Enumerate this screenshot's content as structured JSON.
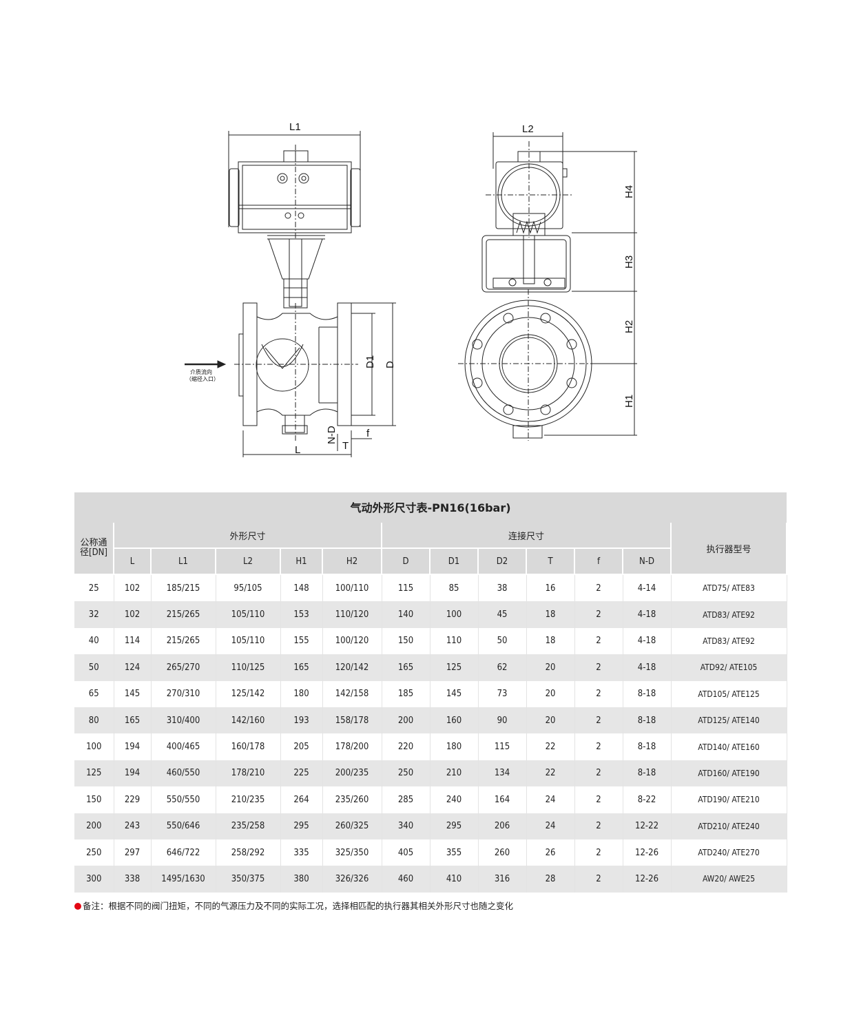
{
  "drawing": {
    "labels": {
      "L1": "L1",
      "L2": "L2",
      "H1": "H1",
      "H2": "H2",
      "H3": "H3",
      "H4": "H4",
      "D": "D",
      "D1": "D1",
      "L": "L",
      "T": "T",
      "f": "f",
      "ND": "N-D",
      "flow_line1": "介质流向",
      "flow_line2": "（缩径入口）"
    }
  },
  "table": {
    "title": "气动外形尺寸表-PN16(16bar)",
    "col_dn": "公称通径[DN]",
    "group_outline": "外形尺寸",
    "group_connection": "连接尺寸",
    "col_actuator": "执行器型号",
    "sub_headers": [
      "L",
      "L1",
      "L2",
      "H1",
      "H2",
      "D",
      "D1",
      "D2",
      "T",
      "f",
      "N-D"
    ],
    "rows": [
      [
        "25",
        "102",
        "185/215",
        "95/105",
        "148",
        "100/110",
        "115",
        "85",
        "38",
        "16",
        "2",
        "4-14",
        "ATD75/ ATE83"
      ],
      [
        "32",
        "102",
        "215/265",
        "105/110",
        "153",
        "110/120",
        "140",
        "100",
        "45",
        "18",
        "2",
        "4-18",
        "ATD83/ ATE92"
      ],
      [
        "40",
        "114",
        "215/265",
        "105/110",
        "155",
        "100/120",
        "150",
        "110",
        "50",
        "18",
        "2",
        "4-18",
        "ATD83/ ATE92"
      ],
      [
        "50",
        "124",
        "265/270",
        "110/125",
        "165",
        "120/142",
        "165",
        "125",
        "62",
        "20",
        "2",
        "4-18",
        "ATD92/ ATE105"
      ],
      [
        "65",
        "145",
        "270/310",
        "125/142",
        "180",
        "142/158",
        "185",
        "145",
        "73",
        "20",
        "2",
        "8-18",
        "ATD105/ ATE125"
      ],
      [
        "80",
        "165",
        "310/400",
        "142/160",
        "193",
        "158/178",
        "200",
        "160",
        "90",
        "20",
        "2",
        "8-18",
        "ATD125/ ATE140"
      ],
      [
        "100",
        "194",
        "400/465",
        "160/178",
        "205",
        "178/200",
        "220",
        "180",
        "115",
        "22",
        "2",
        "8-18",
        "ATD140/ ATE160"
      ],
      [
        "125",
        "194",
        "460/550",
        "178/210",
        "225",
        "200/235",
        "250",
        "210",
        "134",
        "22",
        "2",
        "8-18",
        "ATD160/ ATE190"
      ],
      [
        "150",
        "229",
        "550/550",
        "210/235",
        "264",
        "235/260",
        "285",
        "240",
        "164",
        "24",
        "2",
        "8-22",
        "ATD190/ ATE210"
      ],
      [
        "200",
        "243",
        "550/646",
        "235/258",
        "295",
        "260/325",
        "340",
        "295",
        "206",
        "24",
        "2",
        "12-22",
        "ATD210/ ATE240"
      ],
      [
        "250",
        "297",
        "646/722",
        "258/292",
        "335",
        "325/350",
        "405",
        "355",
        "260",
        "26",
        "2",
        "12-26",
        "ATD240/ ATE270"
      ],
      [
        "300",
        "338",
        "1495/1630",
        "350/375",
        "380",
        "326/326",
        "460",
        "410",
        "316",
        "28",
        "2",
        "12-26",
        "AW20/ AWE25"
      ]
    ]
  },
  "note": "备注：根据不同的阀门扭矩，不同的气源压力及不同的实际工况，选择相匹配的执行器其相关外形尺寸也随之变化",
  "colors": {
    "header_bg": "#d9d9d9",
    "stripe_bg": "#e6e6e6",
    "note_dot": "#e30613"
  }
}
